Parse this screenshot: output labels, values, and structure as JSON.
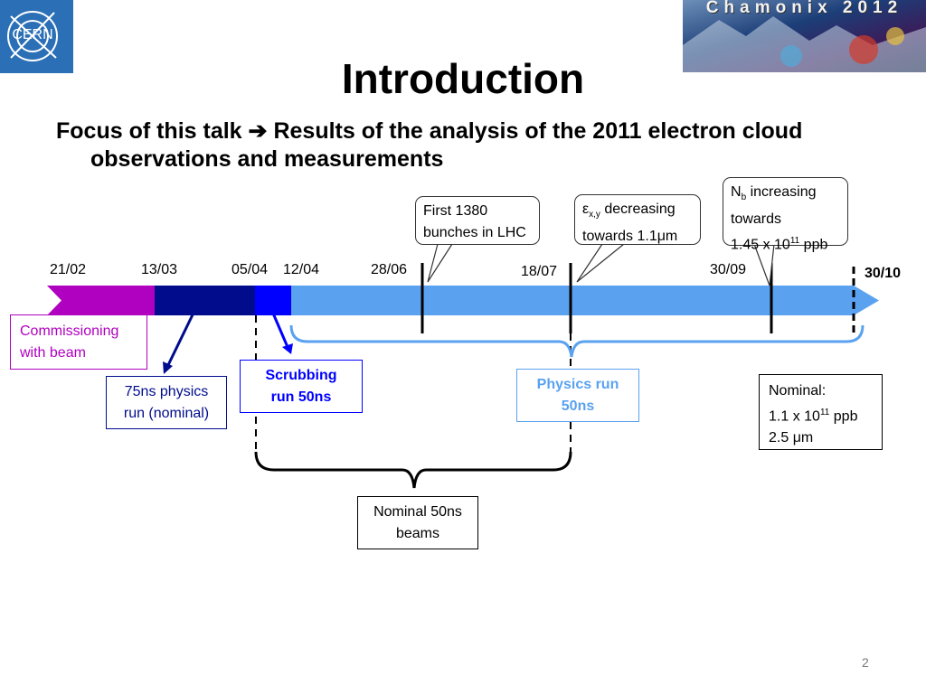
{
  "header": {
    "title": "Introduction",
    "focus_lead": "Focus of this talk",
    "focus_rest_line1": "Results of the analysis of the 2011 electron cloud",
    "focus_line2": "observations and measurements",
    "cern_logo_text": "CERN",
    "chamonix_logo_text": "Chamonix 2012"
  },
  "timeline": {
    "dates": [
      "21/02",
      "13/03",
      "05/04",
      "12/04",
      "28/06",
      "18/07",
      "30/09",
      "30/10"
    ],
    "segment_colors": {
      "commissioning": "#b000c0",
      "physics75": "#000c8c",
      "scrubbing": "#0000ff",
      "physics50": "#5aa2f0"
    }
  },
  "callouts": {
    "first1380_line1": "First 1380",
    "first1380_line2": "bunches in LHC",
    "emit_symbol": "ε",
    "emit_sub": "x,y",
    "emit_line1_rest": " decreasing",
    "emit_line2": "towards 1.1μm",
    "nb_symbol": "N",
    "nb_sub": "b",
    "nb_line1_rest": " increasing",
    "nb_line2": "towards",
    "nb_line3_pre": "1.45 x 10",
    "nb_line3_sup": "11",
    "nb_line3_post": " ppb"
  },
  "labels": {
    "commissioning_line1": "Commissioning",
    "commissioning_line2": "with beam",
    "physics75_line1": "75ns physics",
    "physics75_line2": "run (nominal)",
    "scrubbing_line1": "Scrubbing",
    "scrubbing_line2": "run 50ns",
    "physics50_line1": "Physics run",
    "physics50_line2": "50ns",
    "nominal50_line1": "Nominal 50ns",
    "nominal50_line2": "beams",
    "nominal_line1": "Nominal:",
    "nominal_line2_pre": "1.1 x 10",
    "nominal_line2_sup": "11",
    "nominal_line2_post": " ppb",
    "nominal_line3": "2.5 μm"
  },
  "footer": {
    "page_number": "2"
  }
}
